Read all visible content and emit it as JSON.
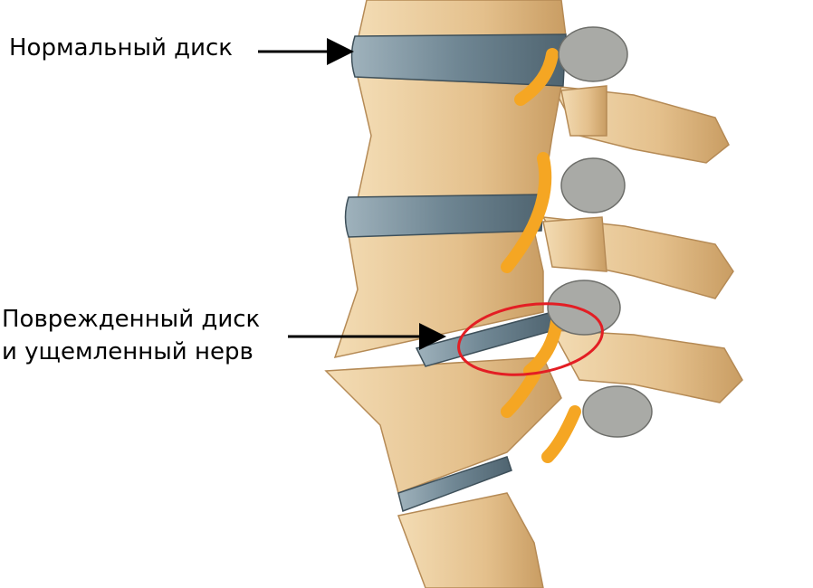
{
  "labels": {
    "normal_disc": "Нормальный диск",
    "damaged_line1": "Поврежденный диск",
    "damaged_line2": "и ущемленный нерв"
  },
  "colors": {
    "bone": "#e8c99a",
    "bone_shadow": "#c99d63",
    "disc": "#7f96a3",
    "nerve": "#f5a623",
    "ganglion": "#a9aaa6",
    "highlight": "#e31e24"
  }
}
